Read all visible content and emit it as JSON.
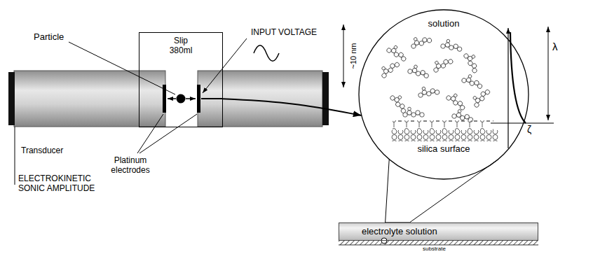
{
  "diagram": {
    "nodes": [
      {
        "text": [
          "Slip 380ml"
        ]
      },
      {
        "text": [
          "solution",
          "silica surface"
        ]
      },
      {
        "text": [
          "electrolyte solution"
        ]
      }
    ],
    "edges": [
      {
        "from": 0,
        "to": 1,
        "arrow": "to"
      },
      {
        "from": 1,
        "to": 2,
        "arrow": "none"
      }
    ],
    "labels": [
      "Particle",
      "INPUT VOLTAGE",
      "Platinum electrodes",
      "Transducer",
      "ELECTROKINETIC SONIC AMPLITUDE",
      "~10 nm",
      "λ",
      "ζ",
      "substrate"
    ]
  }
}
